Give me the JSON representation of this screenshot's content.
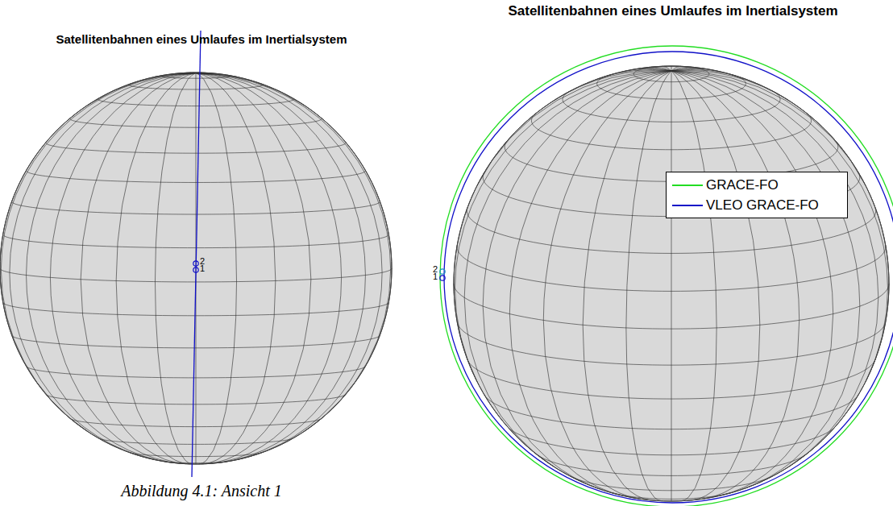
{
  "diagram": {
    "title": "Satellitenbahnen eines Umlaufes im Inertialsystem",
    "caption": "Abbildung 4.1: Ansicht 1",
    "labels": [
      "Satellitenbahnen eines Umlaufes im Inertialsystem",
      "2",
      "1",
      "2",
      "1"
    ],
    "legend": [
      {
        "text": "GRACE-FO"
      },
      {
        "text": "VLEO GRACE-FO"
      }
    ]
  }
}
